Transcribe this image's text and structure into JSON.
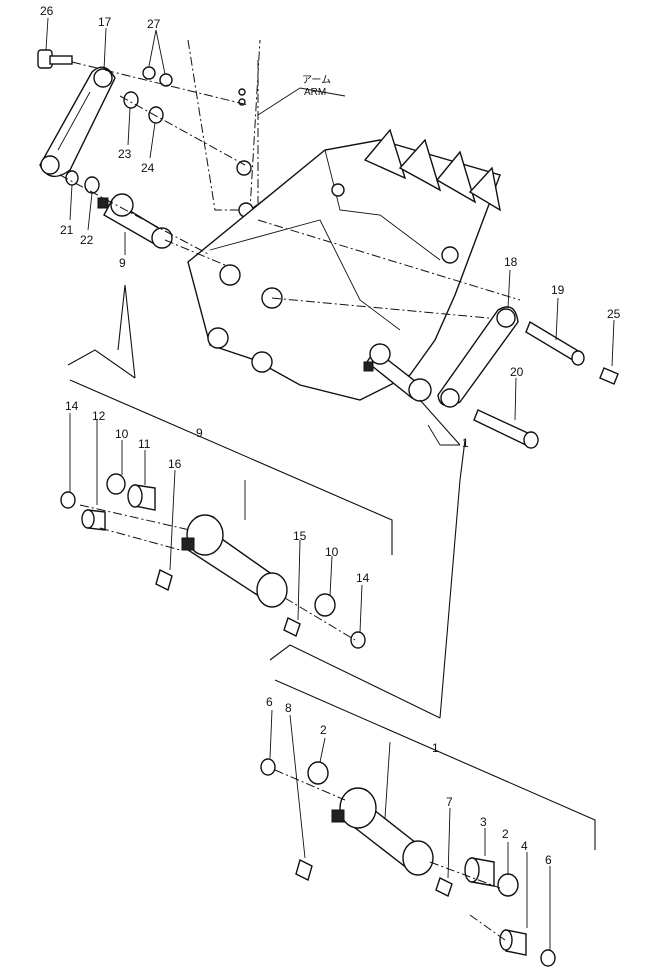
{
  "diagram": {
    "arm_label_jp": "アーム",
    "arm_label_en": "ARM",
    "callouts": {
      "c26": "26",
      "c17": "17",
      "c27": "27",
      "c23": "23",
      "c24": "24",
      "c21": "21",
      "c22": "22",
      "c9": "9",
      "c18": "18",
      "c19": "19",
      "c25": "25",
      "c20": "20",
      "c1": "1",
      "d14a": "14",
      "d12": "12",
      "d10a": "10",
      "d11": "11",
      "d9": "9",
      "d16": "16",
      "d15": "15",
      "d10b": "10",
      "d14b": "14",
      "e6a": "6",
      "e8": "8",
      "e2a": "2",
      "e1": "1",
      "e7": "7",
      "e3": "3",
      "e2b": "2",
      "e4": "4",
      "e6b": "6"
    }
  }
}
